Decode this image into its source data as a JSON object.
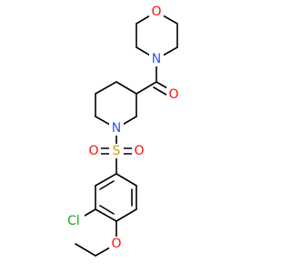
{
  "molecule": {
    "atoms": {
      "morpholine_o": {
        "symbol": "O",
        "color": "#ff0d0d"
      },
      "morpholine_n": {
        "symbol": "N",
        "color": "#3050f8"
      },
      "carbonyl_o": {
        "symbol": "O",
        "color": "#ff0d0d"
      },
      "piperidine_n": {
        "symbol": "N",
        "color": "#3050f8"
      },
      "sulfur": {
        "symbol": "S",
        "color": "#c8a000"
      },
      "sulfonyl_o_left": {
        "symbol": "O",
        "color": "#ff0d0d"
      },
      "sulfonyl_o_right": {
        "symbol": "O",
        "color": "#ff0d0d"
      },
      "chlorine": {
        "symbol": "Cl",
        "color": "#1fa51f"
      },
      "ether_o": {
        "symbol": "O",
        "color": "#ff0d0d"
      }
    },
    "bond_color": "#000000"
  }
}
